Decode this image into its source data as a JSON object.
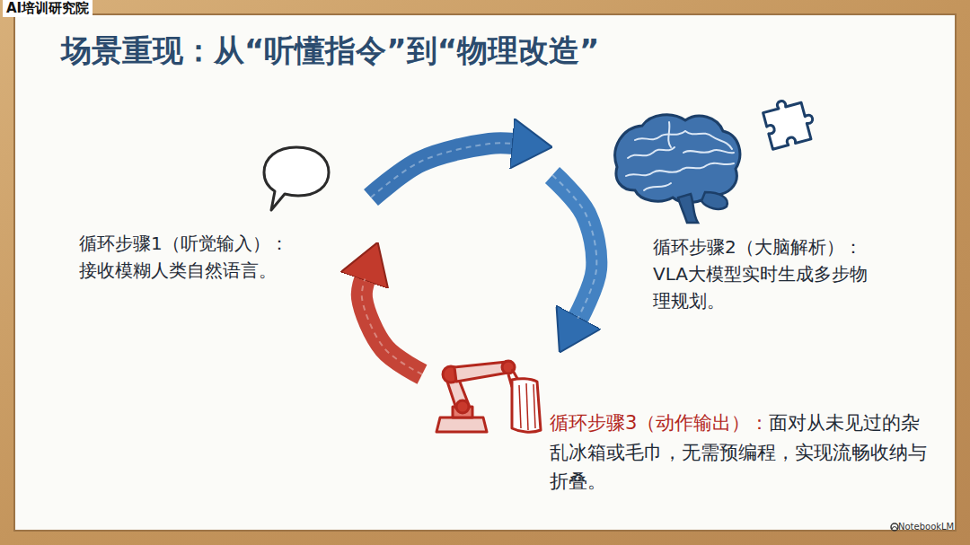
{
  "diagram": {
    "title": "场景重现：从“听懂指令”到“物理改造”",
    "nodes": [
      {
        "text": [
          "循环步骤1（听觉输入）：",
          "接收模糊人类自然语言。"
        ]
      },
      {
        "text": [
          "循环步骤2（大脑解析）：",
          "VLA大模型实时生成多步物理规划。"
        ]
      },
      {
        "text": [
          "循环步骤3（动作输出）：",
          "面对从未见过的杂乱冰箱或毛巾，无需预编程，实现流畅收纳与折叠。"
        ]
      }
    ],
    "edges": [
      {
        "from": 0,
        "to": 1,
        "arrow": "to"
      },
      {
        "from": 1,
        "to": 2,
        "arrow": "to"
      },
      {
        "from": 2,
        "to": 0,
        "arrow": "to"
      }
    ],
    "labels": [
      "AI培训研究院",
      "NotebookLM"
    ]
  }
}
